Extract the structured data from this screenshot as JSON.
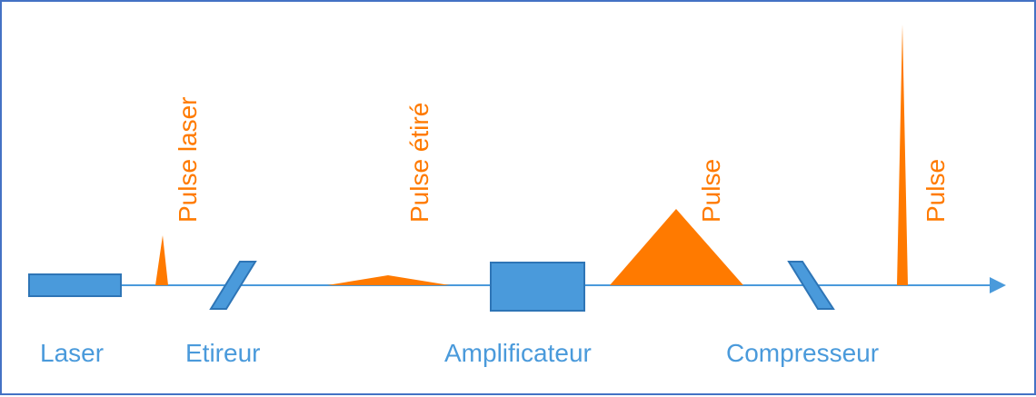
{
  "colors": {
    "frame_border": "#4472C4",
    "component_fill": "#4A9ADB",
    "component_stroke": "#2E75B6",
    "beam": "#4A9ADB",
    "pulse": "#FF7A00",
    "component_text": "#4A9ADB",
    "pulse_text": "#FF7A00"
  },
  "components": {
    "laser": "Laser",
    "stretcher": "Etireur",
    "amplifier": "Amplificateur",
    "compressor": "Compresseur"
  },
  "pulses": {
    "laser": "Pulse laser",
    "stretched": "Pulse étiré",
    "amplified": "Pulse",
    "compressed": "Pulse"
  }
}
